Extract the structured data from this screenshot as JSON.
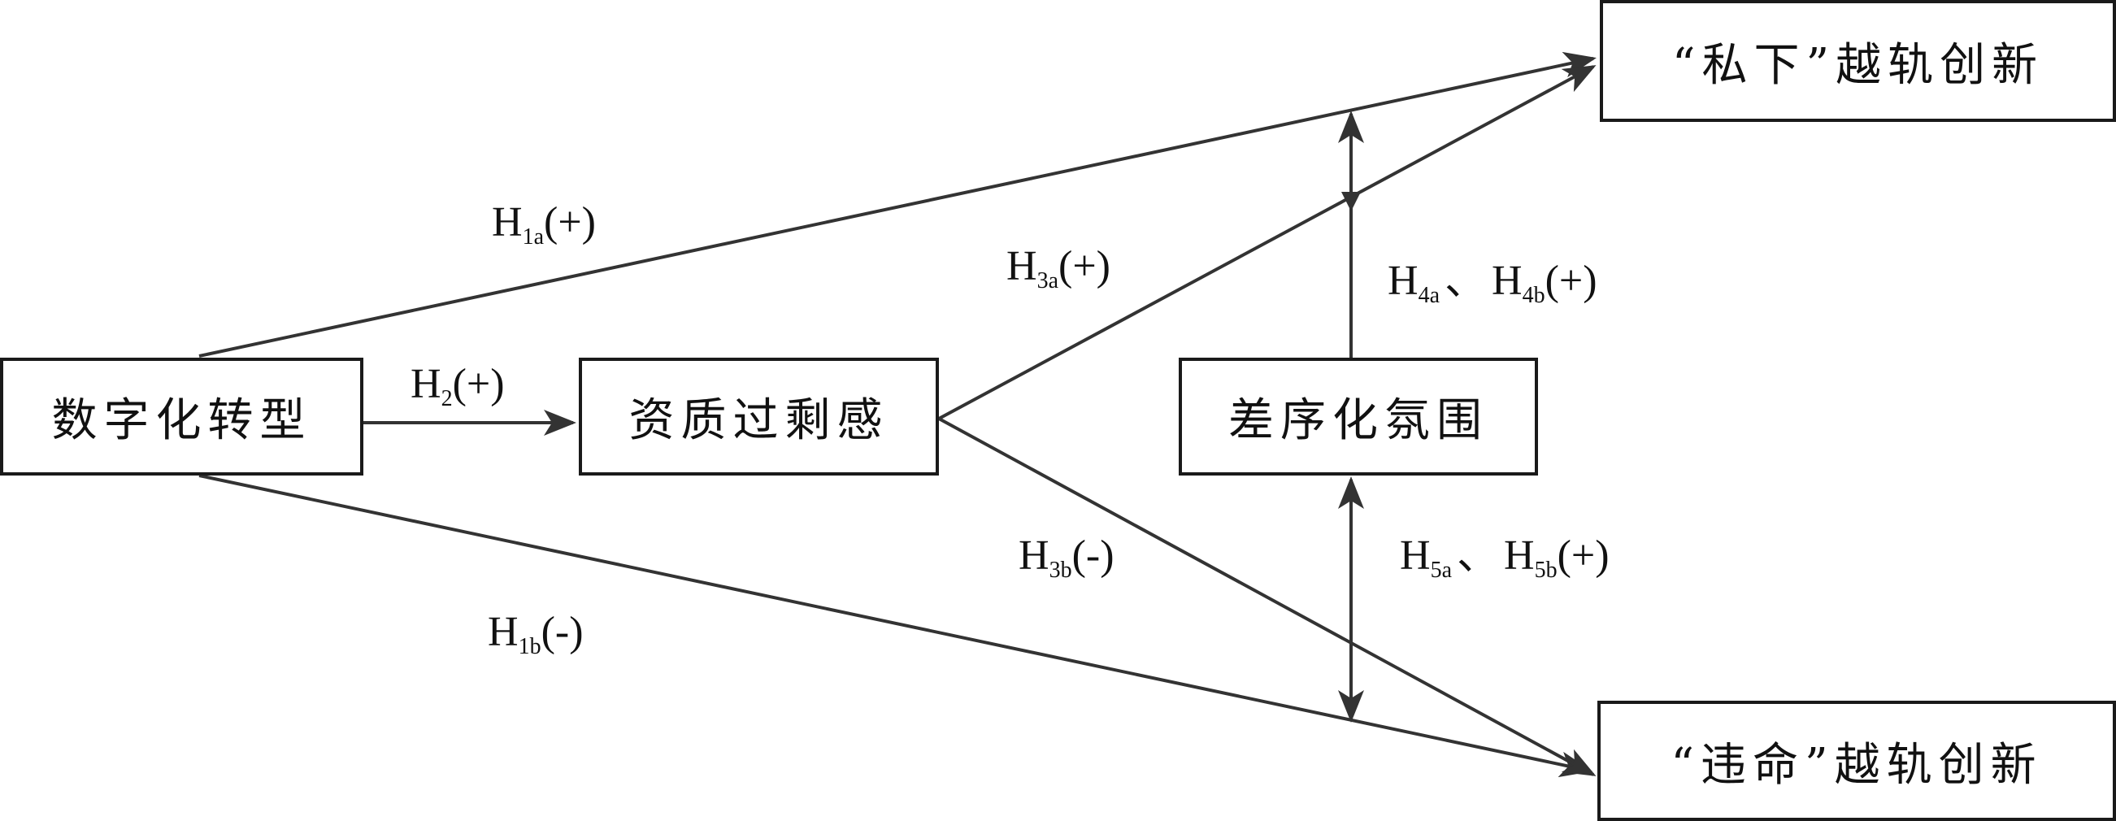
{
  "nodes": {
    "digital": "数字化转型",
    "overqual": "资质过剩感",
    "diffclimate": "差序化氛围",
    "private": "“私下”越轨创新",
    "defiant": "“违命”越轨创新"
  },
  "labels": {
    "h1a": {
      "base": "H",
      "sub": "1a",
      "sign": "(+)"
    },
    "h1b": {
      "base": "H",
      "sub": "1b",
      "sign": "(-)"
    },
    "h2": {
      "base": "H",
      "sub": "2",
      "sign": "(+)"
    },
    "h3a": {
      "base": "H",
      "sub": "3a",
      "sign": "(+)"
    },
    "h3b": {
      "base": "H",
      "sub": "3b",
      "sign": "(-)"
    },
    "h4": {
      "base1": "H",
      "sub1": "4a",
      "sep": "、",
      "base2": "H",
      "sub2": "4b",
      "sign": "(+)"
    },
    "h5": {
      "base1": "H",
      "sub1": "5a",
      "sep": "、",
      "base2": "H",
      "sub2": "5b",
      "sign": "(+)"
    }
  },
  "colors": {
    "line": "#333333",
    "border": "#1a1a1a",
    "text": "#111111"
  }
}
